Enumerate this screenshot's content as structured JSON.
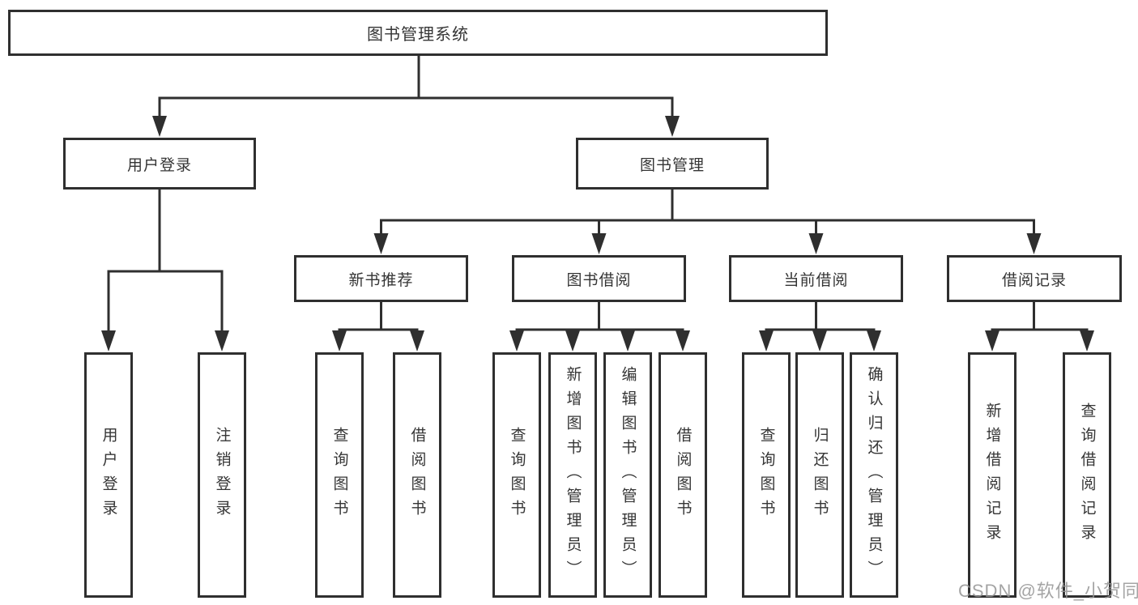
{
  "diagram": {
    "root": "图书管理系统",
    "branches": [
      {
        "label": "用户登录",
        "children": [
          "用户登录",
          "注销登录"
        ]
      },
      {
        "label": "图书管理",
        "sections": [
          {
            "label": "新书推荐",
            "children": [
              "查询图书",
              "借阅图书"
            ]
          },
          {
            "label": "图书借阅",
            "children": [
              "查询图书",
              "新增图书（管理员）",
              "编辑图书（管理员）",
              "借阅图书"
            ]
          },
          {
            "label": "当前借阅",
            "children": [
              "查询图书",
              "归还图书",
              "确认归还（管理员）"
            ]
          },
          {
            "label": "借阅记录",
            "children": [
              "新增借阅记录",
              "查询借阅记录"
            ]
          }
        ]
      }
    ]
  },
  "watermark": {
    "text": "CSDN @软件_小贺同学"
  },
  "colors": {
    "line": "#2f2f2f",
    "box_border": "#2f2f2f",
    "text": "#353535",
    "background": "#ffffff",
    "watermark": "#949494"
  }
}
